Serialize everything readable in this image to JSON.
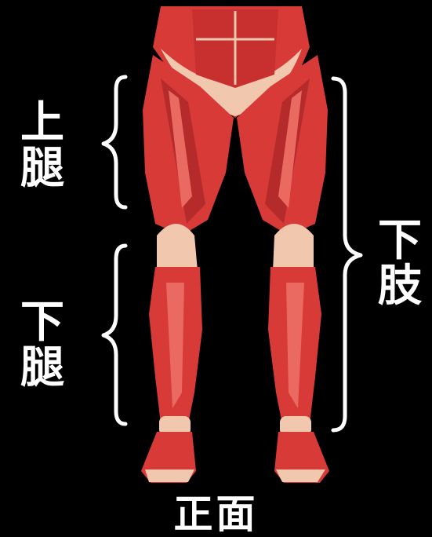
{
  "labels": {
    "thigh": [
      "上",
      "腿"
    ],
    "lower_leg": [
      "下",
      "腿"
    ],
    "lower_limb": [
      "下",
      "肢"
    ],
    "view": "正面"
  },
  "colors": {
    "background": "#000000",
    "muscle": "#d83a37",
    "muscle_dark": "#b52b2c",
    "muscle_light": "#ea6a62",
    "tendon": "#f1c7ae",
    "bracket": "#ffffff"
  }
}
